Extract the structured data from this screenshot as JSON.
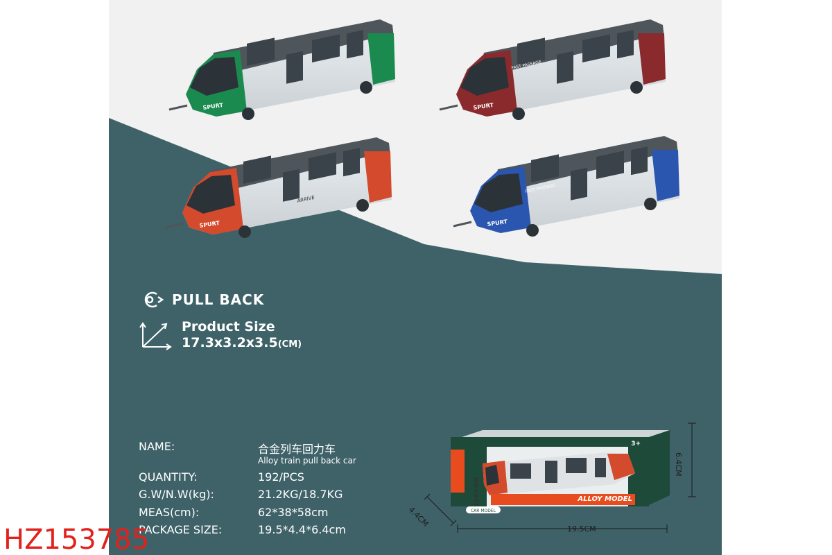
{
  "features": {
    "pull_back": "PULL BACK",
    "product_size_title": "Product Size",
    "product_size_value": "17.3x3.2x3.5",
    "product_size_unit": "(CM)"
  },
  "specs": [
    {
      "label": "NAME:",
      "value": "合金列车回力车",
      "sub": "Alloy train pull back car"
    },
    {
      "label": "QUANTITY:",
      "value": "192/PCS"
    },
    {
      "label": "G.W/N.W(kg):",
      "value": "21.2KG/18.7KG"
    },
    {
      "label": "MEAS(cm):",
      "value": "62*38*58cm"
    },
    {
      "label": "PACKAGE SIZE:",
      "value": "19.5*4.4*6.4cm"
    }
  ],
  "package": {
    "width_label": "19.5CM",
    "depth_label": "4.4CM",
    "height_label": "6.4CM",
    "brand": "ALLOY MODEL",
    "age": "3+",
    "badge": "CAR MODEL",
    "side_text": "DIE-CAST"
  },
  "train_text": {
    "spurt": "SPURT",
    "fast_passage": "FAST PASSAGE",
    "arrive": "ARRIVE"
  },
  "product_code": "HZ153785",
  "colors": {
    "background_teal": "#3f6269",
    "background_light": "#f1f1f1",
    "train_green": "#1a8a4f",
    "train_maroon": "#8a2a2c",
    "train_orange": "#d44a2c",
    "train_blue": "#2a56b0",
    "code_red": "#e2211c"
  },
  "icons": [
    "pull-back-icon",
    "size-arrows-icon"
  ]
}
